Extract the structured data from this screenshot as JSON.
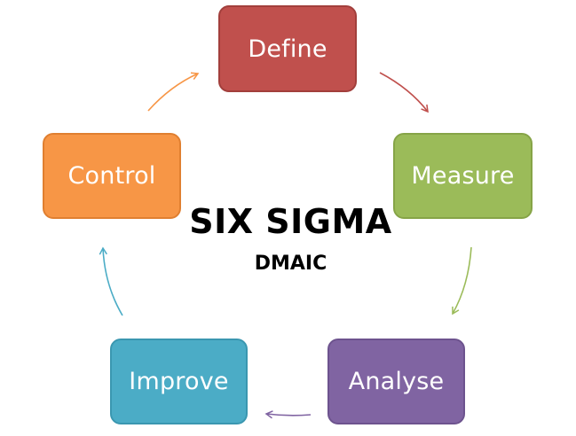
{
  "title": "SIX SIGMA",
  "subtitle": "DMAIC",
  "steps": {
    "define": {
      "label": "Define",
      "color": "#c0504d"
    },
    "measure": {
      "label": "Measure",
      "color": "#9bbb59"
    },
    "analyse": {
      "label": "Analyse",
      "color": "#8064a2"
    },
    "improve": {
      "label": "Improve",
      "color": "#4bacc6"
    },
    "control": {
      "label": "Control",
      "color": "#f79646"
    }
  }
}
